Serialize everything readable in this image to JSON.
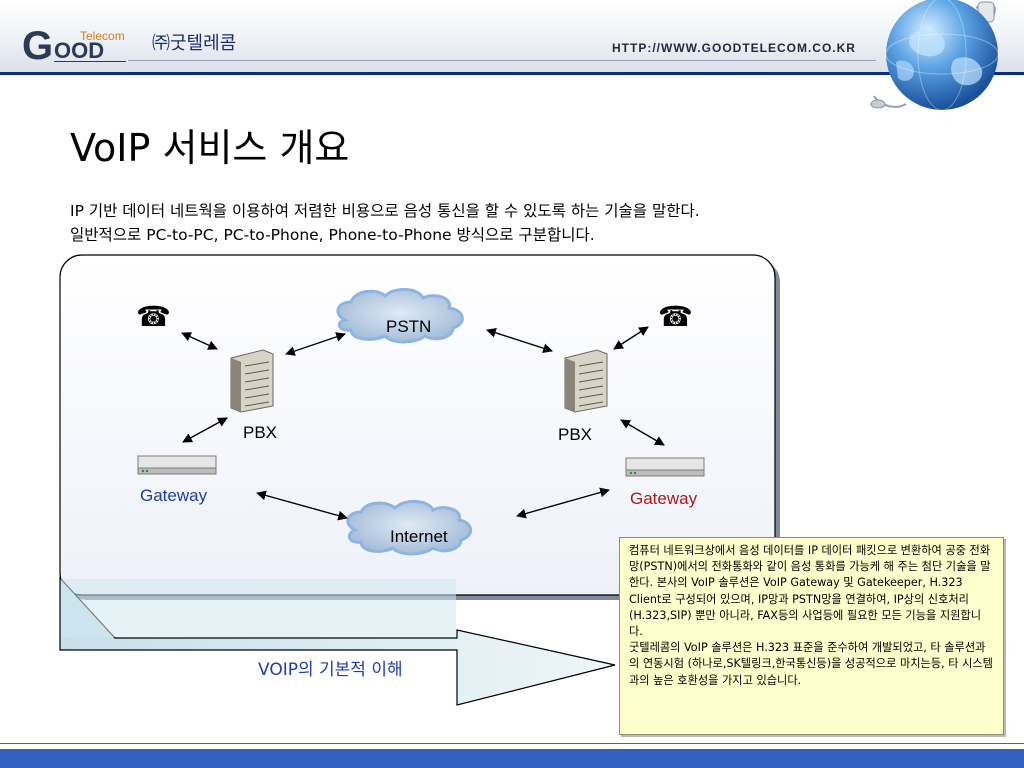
{
  "header": {
    "logo": {
      "g": "G",
      "ood": "OOD",
      "telecom": "Telecom"
    },
    "company": "㈜굿텔레콤",
    "url": "HTTP://WWW.GOODTELECOM.CO.KR"
  },
  "title": "VoIP 서비스 개요",
  "intro": [
    "IP 기반 데이터 네트웍을 이용하여 저렴한 비용으로 음성 통신을 할 수 있도록 하는 기술을 말한다.",
    "일반적으로 PC-to-PC, PC-to-Phone, Phone-to-Phone 방식으로 구분합니다."
  ],
  "diagram": {
    "pstn": "PSTN",
    "internet": "Internet",
    "pbx_left": "PBX",
    "pbx_right": "PBX",
    "gateway_left": "Gateway",
    "gateway_right": "Gateway",
    "phone_glyph": "☎",
    "arrow_label": "VOIP의 기본적 이해"
  },
  "note": {
    "paragraphs": [
      "컴퓨터 네트워크상에서 음성 데이터를 IP 데이터 패킷으로 변환하여 공중 전화망(PSTN)에서의 전화통화와 같이 음성 통화를 가능케 해 주는 첨단 기술을 말한다. 본사의 VoIP 솔루션은 VoIP Gateway 및 Gatekeeper, H.323 Client로 구성되어 있으며, IP망과 PSTN망을 연결하여, IP상의 신호처리(H.323,SIP) 뿐만 아니라, FAX등의 사업등에 필요한 모든 기능을 지원합니다.",
      "굿텔레콤의 VoIP 솔루션은 H.323 표준을 준수하여 개발되었고, 타 솔루션과의 연동시험 (하나로,SK텔링크,한국통신등)을 성공적으로 마치는등, 타 시스템과의 높은 호환성을 가지고 있습니다."
    ]
  },
  "colors": {
    "header_rule": "#0b2f86",
    "gateway_left": "#1f3bb4",
    "gateway_right": "#b01818",
    "note_bg": "#ffffcc",
    "footer": "#2f62bf"
  },
  "icons": [
    "globe-icon",
    "telephone-icon",
    "pbx-icon",
    "gateway-device-icon",
    "cloud-icon",
    "arrow-icon"
  ]
}
